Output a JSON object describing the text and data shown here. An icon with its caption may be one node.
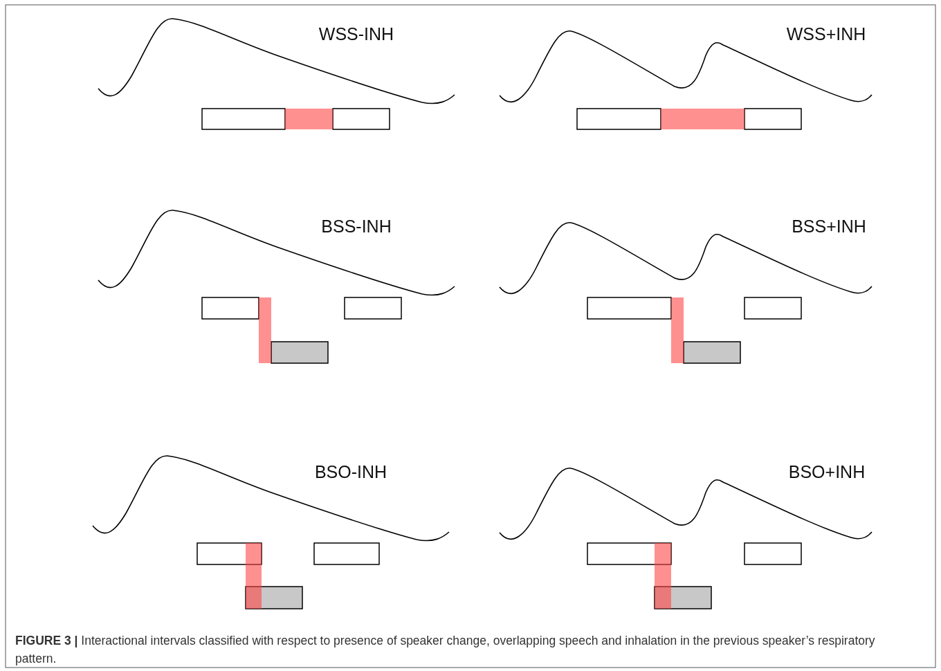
{
  "diagram": {
    "caption": "**FIGURE 3 |** Interactional intervals classified with respect to presence of speaker change, overlapping speech and inhalation in the previous speaker’s respiratory pattern.",
    "labels": [
      "WSS-INH",
      "WSS+INH",
      "BSS-INH",
      "BSS+INH",
      "BSO-INH",
      "BSO+INH"
    ]
  }
}
